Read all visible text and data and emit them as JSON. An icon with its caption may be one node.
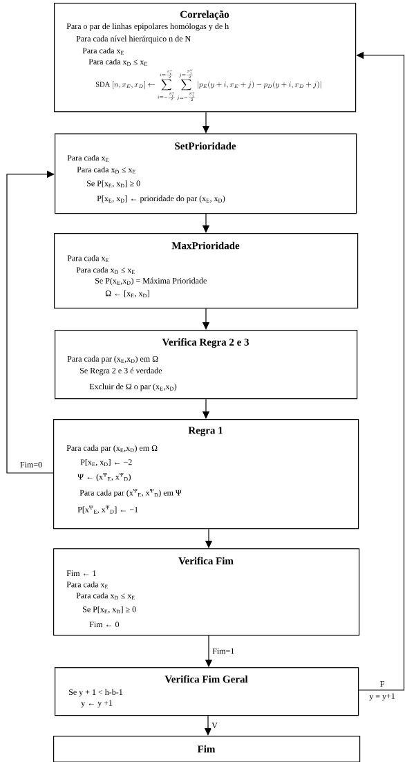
{
  "diagram": {
    "nodes": [
      {
        "text": [
          "Correlação",
          "Para o par de linhas epipolares homólogas y de h",
          "Para cada nível hierárquico n de N",
          "Para cada x$_{E}$",
          "Para cada x$_{D}$ ≤ x$_{E}$",
          "\\mathrm{SDA}\\ [n, x_{E}, x_{D}] \\leftarrow \\sum_{i=-\\frac{S_i^*}{2}}^{i=\\frac{S_i^*}{2}} \\sum_{j=-\\frac{S_j^*}{2}}^{j=\\frac{S_j^*}{2}} \\left| p_{E}(y+i, x_{E}+j) - p_{D}(y+i, x_{D}+j) \\right|"
        ]
      },
      {
        "text": [
          "SetPrioridade",
          "Para cada x$_{E}$",
          "Para cada x$_{D}$ ≤ x$_{E}$",
          "Se P[x$_{E}$, x$_{D}$] ≥ 0",
          "P[x$_{E}$, x$_{D}$] ← prioridade do par (x$_{E}$, x$_{D}$)"
        ]
      },
      {
        "text": [
          "MaxPrioridade",
          "Para cada x$_{E}$",
          "Para cada x$_{D}$ ≤ x$_{E}$",
          "Se P(x$_{E}$,x$_{D}$) = Máxima Prioridade",
          "Ω ← [x$_{E}$, x$_{D}$]"
        ]
      },
      {
        "text": [
          "Verifica Regra 2 e 3",
          "Para cada par (x$_{E}$,x$_{D}$) em Ω",
          "Se Regra 2 e 3 é verdade",
          "Excluir de Ω o par (x$_{E}$,x$_{D}$)"
        ]
      },
      {
        "text": [
          "Regra 1",
          "Para cada par (x$_{E}$,x$_{D}$) em Ω",
          "P[x$_{E}$, x$_{D}$] ← −2",
          "Ψ ← (x$^{Ψ}$$_{E}$, x$^{Ψ}$$_{D}$)",
          "Para cada par (x$^{Ψ}$$_{E}$, x$^{Ψ}$$_{D}$) em Ψ",
          "P[x$^{Ψ}$$_{E}$, x$^{Ψ}$$_{D}$] ← −1"
        ]
      },
      {
        "text": [
          "Verifica Fim",
          "Fim ← 1",
          "Para cada x$_{E}$",
          "Para cada x$_{D}$ ≤ x$_{E}$",
          "Se P[x$_{E}$, x$_{D}$] ≥ 0",
          "Fim ← 0"
        ]
      },
      {
        "text": [
          "Verifica Fim Geral",
          "Se y + 1 < h-b-1",
          "y ← y +1"
        ]
      },
      {
        "text": [
          "Fim"
        ]
      }
    ],
    "edges": [
      {
        "from": 0,
        "to": 1,
        "arrow": "to"
      },
      {
        "from": 1,
        "to": 2,
        "arrow": "to"
      },
      {
        "from": 2,
        "to": 3,
        "arrow": "to"
      },
      {
        "from": 3,
        "to": 4,
        "arrow": "to"
      },
      {
        "from": 4,
        "to": 5,
        "arrow": "to"
      },
      {
        "from": 5,
        "to": 6,
        "arrow": "to",
        "label": "Fim=1"
      },
      {
        "from": 6,
        "to": 7,
        "arrow": "to",
        "label": "V"
      },
      {
        "from": 4,
        "to": 1,
        "arrow": "to",
        "label": "Fim=0"
      },
      {
        "from": 6,
        "to": 0,
        "arrow": "to",
        "label": "F"
      }
    ],
    "labels": [
      "y = y+1"
    ]
  }
}
